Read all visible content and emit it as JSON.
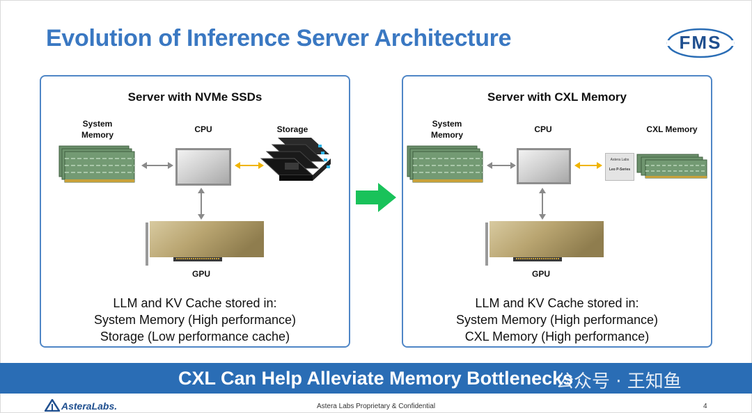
{
  "title": "Evolution of Inference Server Architecture",
  "logo_text": "FMS",
  "left_panel": {
    "title": "Server with NVMe SSDs",
    "system_memory_label": "System\nMemory",
    "cpu_label": "CPU",
    "storage_label": "Storage",
    "gpu_label": "GPU",
    "caption": [
      "LLM and KV Cache stored in:",
      "System Memory (High performance)",
      "Storage (Low performance cache)"
    ]
  },
  "right_panel": {
    "title": "Server with CXL Memory",
    "system_memory_label": "System\nMemory",
    "cpu_label": "CPU",
    "cxl_label": "CXL Memory",
    "gpu_label": "GPU",
    "chip_brand": "Astera Labs",
    "chip_name": "Leo P-Series",
    "caption": [
      "LLM and KV Cache stored in:",
      "System Memory (High performance)",
      "CXL Memory (High performance)"
    ]
  },
  "banner": "CXL Can Help Alleviate Memory Bottlenecks",
  "watermark": "公众号 · 王知鱼",
  "footer": {
    "company": "AsteraLabs.",
    "confidential": "Astera Labs Proprietary & Confidential",
    "page": "4"
  },
  "colors": {
    "title": "#3a78c2",
    "panel_border": "#4f86c6",
    "banner": "#2a6db5",
    "transition_arrow": "#19c25a",
    "cpu_storage_link": "#f0b400",
    "memory_link": "#8a8a8a"
  }
}
